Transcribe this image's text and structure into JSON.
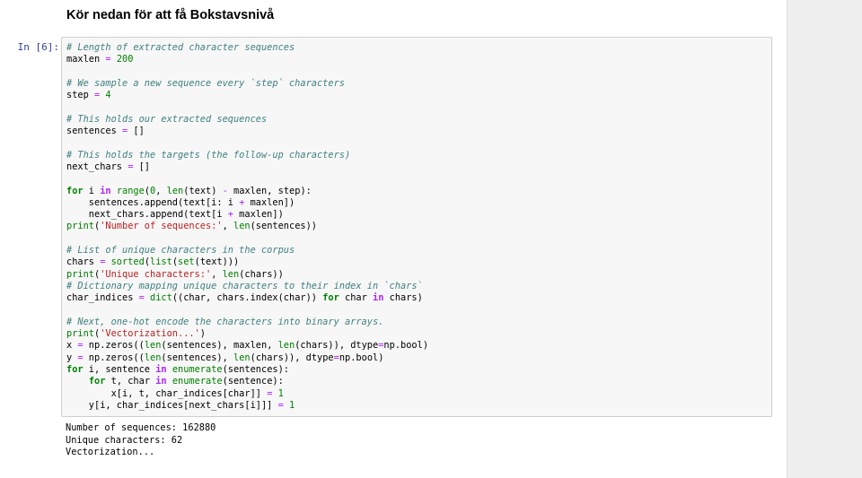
{
  "notebook": {
    "markdown_heading": "Kör nedan för att få Bokstavsnivå",
    "cell_prompt": "In [6]:",
    "code_lines": [
      [
        {
          "t": "# Length of extracted character sequences",
          "c": "cm"
        }
      ],
      [
        {
          "t": "maxlen ",
          "c": "pl"
        },
        {
          "t": "=",
          "c": "op"
        },
        {
          "t": " ",
          "c": "pl"
        },
        {
          "t": "200",
          "c": "num"
        }
      ],
      [],
      [
        {
          "t": "# We sample a new sequence every `step` characters",
          "c": "cm"
        }
      ],
      [
        {
          "t": "step ",
          "c": "pl"
        },
        {
          "t": "=",
          "c": "op"
        },
        {
          "t": " ",
          "c": "pl"
        },
        {
          "t": "4",
          "c": "num"
        }
      ],
      [],
      [
        {
          "t": "# This holds our extracted sequences",
          "c": "cm"
        }
      ],
      [
        {
          "t": "sentences ",
          "c": "pl"
        },
        {
          "t": "=",
          "c": "op"
        },
        {
          "t": " []",
          "c": "pl"
        }
      ],
      [],
      [
        {
          "t": "# This holds the targets (the follow-up characters)",
          "c": "cm"
        }
      ],
      [
        {
          "t": "next_chars ",
          "c": "pl"
        },
        {
          "t": "=",
          "c": "op"
        },
        {
          "t": " []",
          "c": "pl"
        }
      ],
      [],
      [
        {
          "t": "for",
          "c": "kw"
        },
        {
          "t": " i ",
          "c": "pl"
        },
        {
          "t": "in",
          "c": "ow"
        },
        {
          "t": " ",
          "c": "pl"
        },
        {
          "t": "range",
          "c": "bi"
        },
        {
          "t": "(",
          "c": "pl"
        },
        {
          "t": "0",
          "c": "num"
        },
        {
          "t": ", ",
          "c": "pl"
        },
        {
          "t": "len",
          "c": "bi"
        },
        {
          "t": "(text) ",
          "c": "pl"
        },
        {
          "t": "-",
          "c": "op"
        },
        {
          "t": " maxlen, step):",
          "c": "pl"
        }
      ],
      [
        {
          "t": "    sentences.append(text[i: i ",
          "c": "pl"
        },
        {
          "t": "+",
          "c": "op"
        },
        {
          "t": " maxlen])",
          "c": "pl"
        }
      ],
      [
        {
          "t": "    next_chars.append(text[i ",
          "c": "pl"
        },
        {
          "t": "+",
          "c": "op"
        },
        {
          "t": " maxlen])",
          "c": "pl"
        }
      ],
      [
        {
          "t": "print",
          "c": "bi"
        },
        {
          "t": "(",
          "c": "pl"
        },
        {
          "t": "'Number of sequences:'",
          "c": "str"
        },
        {
          "t": ", ",
          "c": "pl"
        },
        {
          "t": "len",
          "c": "bi"
        },
        {
          "t": "(sentences))",
          "c": "pl"
        }
      ],
      [],
      [
        {
          "t": "# List of unique characters in the corpus",
          "c": "cm"
        }
      ],
      [
        {
          "t": "chars ",
          "c": "pl"
        },
        {
          "t": "=",
          "c": "op"
        },
        {
          "t": " ",
          "c": "pl"
        },
        {
          "t": "sorted",
          "c": "bi"
        },
        {
          "t": "(",
          "c": "pl"
        },
        {
          "t": "list",
          "c": "bi"
        },
        {
          "t": "(",
          "c": "pl"
        },
        {
          "t": "set",
          "c": "bi"
        },
        {
          "t": "(text)))",
          "c": "pl"
        }
      ],
      [
        {
          "t": "print",
          "c": "bi"
        },
        {
          "t": "(",
          "c": "pl"
        },
        {
          "t": "'Unique characters:'",
          "c": "str"
        },
        {
          "t": ", ",
          "c": "pl"
        },
        {
          "t": "len",
          "c": "bi"
        },
        {
          "t": "(chars))",
          "c": "pl"
        }
      ],
      [
        {
          "t": "# Dictionary mapping unique characters to their index in `chars`",
          "c": "cm"
        }
      ],
      [
        {
          "t": "char_indices ",
          "c": "pl"
        },
        {
          "t": "=",
          "c": "op"
        },
        {
          "t": " ",
          "c": "pl"
        },
        {
          "t": "dict",
          "c": "bi"
        },
        {
          "t": "((char, chars.index(char)) ",
          "c": "pl"
        },
        {
          "t": "for",
          "c": "kw"
        },
        {
          "t": " char ",
          "c": "pl"
        },
        {
          "t": "in",
          "c": "ow"
        },
        {
          "t": " chars)",
          "c": "pl"
        }
      ],
      [],
      [
        {
          "t": "# Next, one-hot encode the characters into binary arrays.",
          "c": "cm"
        }
      ],
      [
        {
          "t": "print",
          "c": "bi"
        },
        {
          "t": "(",
          "c": "pl"
        },
        {
          "t": "'Vectorization...'",
          "c": "str"
        },
        {
          "t": ")",
          "c": "pl"
        }
      ],
      [
        {
          "t": "x ",
          "c": "pl"
        },
        {
          "t": "=",
          "c": "op"
        },
        {
          "t": " np.zeros((",
          "c": "pl"
        },
        {
          "t": "len",
          "c": "bi"
        },
        {
          "t": "(sentences), maxlen, ",
          "c": "pl"
        },
        {
          "t": "len",
          "c": "bi"
        },
        {
          "t": "(chars)), dtype",
          "c": "pl"
        },
        {
          "t": "=",
          "c": "op"
        },
        {
          "t": "np.bool)",
          "c": "pl"
        }
      ],
      [
        {
          "t": "y ",
          "c": "pl"
        },
        {
          "t": "=",
          "c": "op"
        },
        {
          "t": " np.zeros((",
          "c": "pl"
        },
        {
          "t": "len",
          "c": "bi"
        },
        {
          "t": "(sentences), ",
          "c": "pl"
        },
        {
          "t": "len",
          "c": "bi"
        },
        {
          "t": "(chars)), dtype",
          "c": "pl"
        },
        {
          "t": "=",
          "c": "op"
        },
        {
          "t": "np.bool)",
          "c": "pl"
        }
      ],
      [
        {
          "t": "for",
          "c": "kw"
        },
        {
          "t": " i, sentence ",
          "c": "pl"
        },
        {
          "t": "in",
          "c": "ow"
        },
        {
          "t": " ",
          "c": "pl"
        },
        {
          "t": "enumerate",
          "c": "bi"
        },
        {
          "t": "(sentences):",
          "c": "pl"
        }
      ],
      [
        {
          "t": "    ",
          "c": "pl"
        },
        {
          "t": "for",
          "c": "kw"
        },
        {
          "t": " t, char ",
          "c": "pl"
        },
        {
          "t": "in",
          "c": "ow"
        },
        {
          "t": " ",
          "c": "pl"
        },
        {
          "t": "enumerate",
          "c": "bi"
        },
        {
          "t": "(sentence):",
          "c": "pl"
        }
      ],
      [
        {
          "t": "        x[i, t, char_indices[char]] ",
          "c": "pl"
        },
        {
          "t": "=",
          "c": "op"
        },
        {
          "t": " ",
          "c": "pl"
        },
        {
          "t": "1",
          "c": "num"
        }
      ],
      [
        {
          "t": "    y[i, char_indices[next_chars[i]]] ",
          "c": "pl"
        },
        {
          "t": "=",
          "c": "op"
        },
        {
          "t": " ",
          "c": "pl"
        },
        {
          "t": "1",
          "c": "num"
        }
      ]
    ],
    "output_lines": [
      "Number of sequences: 162880",
      "Unique characters: 62",
      "Vectorization..."
    ]
  },
  "colors": {
    "page_background": "#ffffff",
    "cell_background": "#f7f7f7",
    "cell_border": "#cfcfcf",
    "prompt": "#303f9f",
    "comment": "#408080",
    "keyword": "#008000",
    "number": "#008000",
    "string": "#ba2121",
    "operator": "#aa22ff",
    "right_gutter": "#eeeeee"
  }
}
